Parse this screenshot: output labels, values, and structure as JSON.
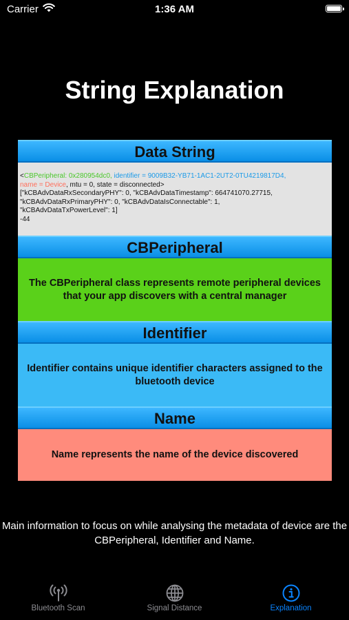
{
  "status_bar": {
    "carrier": "Carrier",
    "time": "1:36 AM"
  },
  "title": "String Explanation",
  "sections": {
    "data_string": {
      "header": "Data String",
      "lines": [
        {
          "segments": [
            {
              "text": "<",
              "color": "default"
            },
            {
              "text": "CBPeripheral: 0x280954dc0,",
              "color": "green"
            },
            {
              "text": " identifier = 9009B32-YB71-1AC1-2UT2-0TU4219817D4,",
              "color": "blue"
            }
          ]
        },
        {
          "segments": [
            {
              "text": "name = Device",
              "color": "red"
            },
            {
              "text": ", mtu = 0, state = disconnected>",
              "color": "default"
            }
          ]
        },
        {
          "segments": [
            {
              "text": "[\"kCBAdvDataRxSecondaryPHY\": 0, \"kCBAdvDataTimestamp\": 664741070.27715,",
              "color": "default"
            }
          ]
        },
        {
          "segments": [
            {
              "text": "\"kCBAdvDataRxPrimaryPHY\": 0, \"kCBAdvDataIsConnectable\": 1,",
              "color": "default"
            }
          ]
        },
        {
          "segments": [
            {
              "text": "\"kCBAdvDataTxPowerLevel\": 1]",
              "color": "default"
            }
          ]
        },
        {
          "segments": [
            {
              "text": "-44",
              "color": "default"
            }
          ]
        }
      ]
    },
    "cbperipheral": {
      "header": "CBPeripheral",
      "body": "The CBPeripheral class represents remote peripheral devices that your app discovers with a central manager"
    },
    "identifier": {
      "header": "Identifier",
      "body": "Identifier contains unique identifier characters assigned to the bluetooth device"
    },
    "name": {
      "header": "Name",
      "body": "Name represents the name of the device discovered"
    }
  },
  "info_text": "Main information to focus on while analysing the metadata of device are the CBPeripheral, Identifier and Name.",
  "tabs": [
    {
      "label": "Bluetooth Scan",
      "icon": "antenna-icon",
      "active": false
    },
    {
      "label": "Signal Distance",
      "icon": "globe-icon",
      "active": false
    },
    {
      "label": "Explanation",
      "icon": "info-circle-icon",
      "active": true
    }
  ],
  "colors": {
    "header_blue": "#1ea3f3",
    "data_bg": "#e3e3e3",
    "cbperipheral_bg": "#5ad11a",
    "identifier_bg": "#3bbaf6",
    "name_bg": "#ff8b7c",
    "tab_active": "#0a84ff",
    "tab_inactive": "#8d8d92"
  }
}
